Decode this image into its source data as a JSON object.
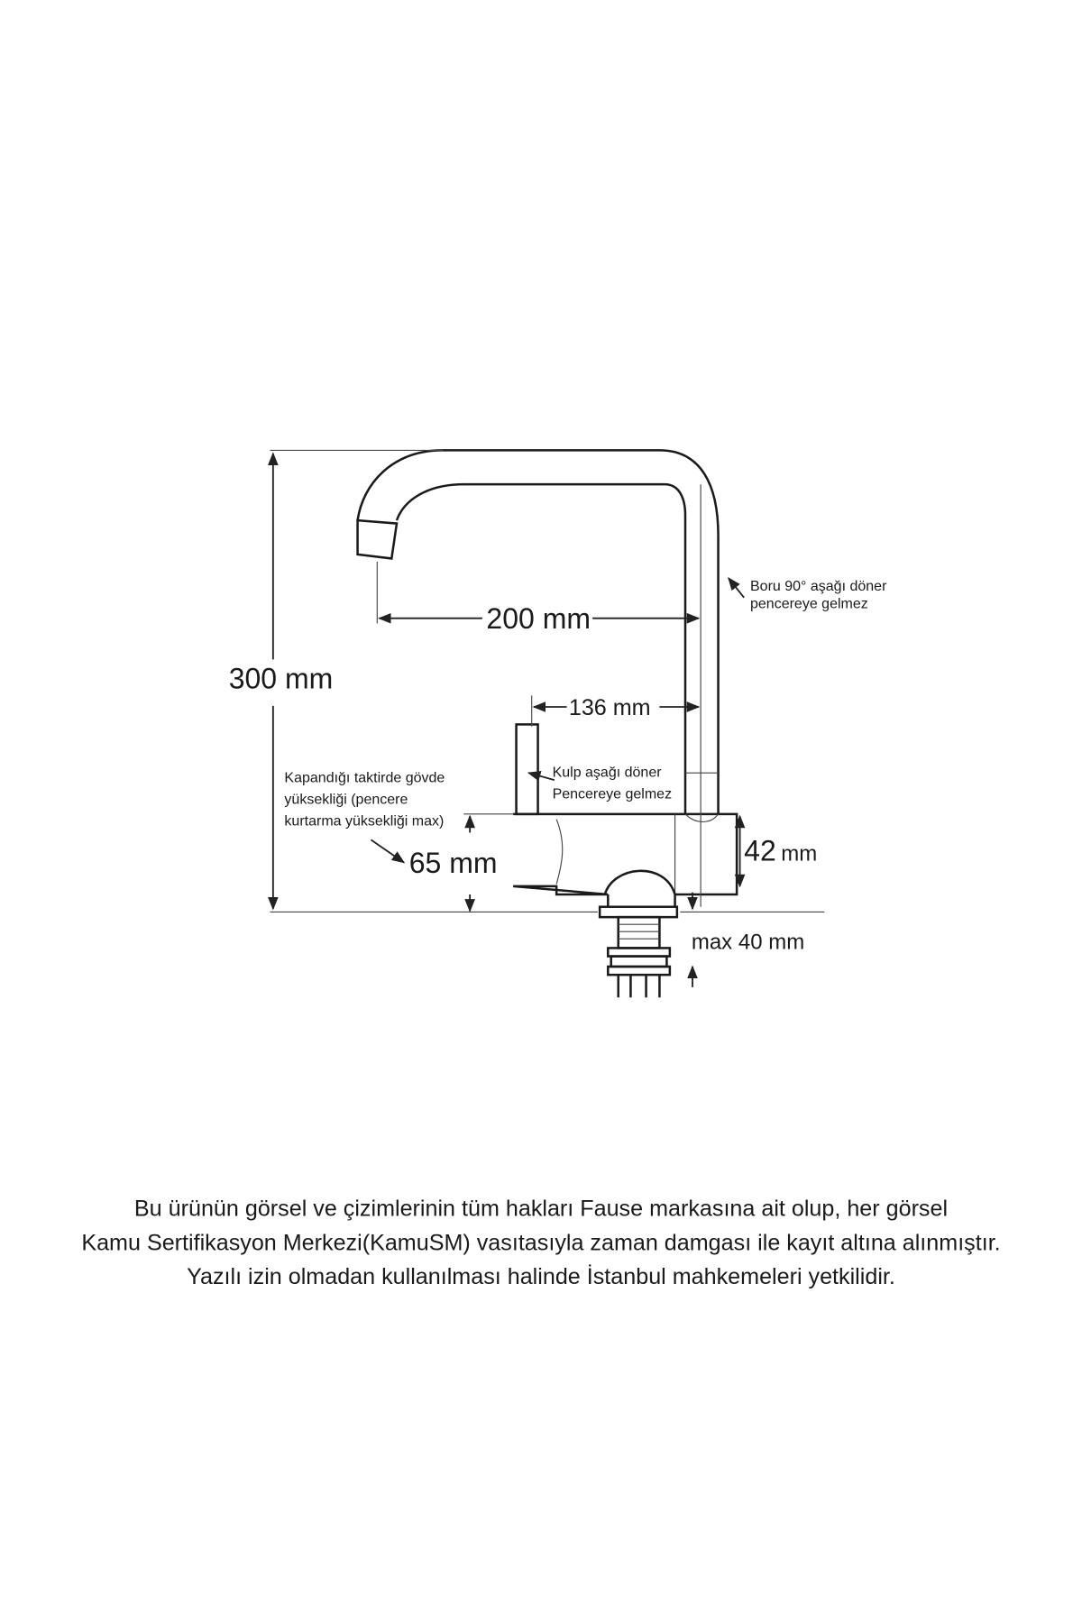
{
  "dimensions": {
    "height_total": "300 mm",
    "spout_reach": "200 mm",
    "handle_reach": "136 mm",
    "body_height_value": "42",
    "body_height_unit": "mm",
    "window_clearance": "65 mm",
    "shank_max": "max 40 mm"
  },
  "notes": {
    "spout_note_line1": "Boru  90° aşağı döner",
    "spout_note_line2": "pencereye gelmez",
    "handle_note_line1": "Kulp aşağı döner",
    "handle_note_line2": "Pencereye gelmez",
    "body_note_line1": "Kapandığı taktirde gövde",
    "body_note_line2": "yüksekliği (pencere",
    "body_note_line3": "kurtarma yüksekliği max)"
  },
  "footer": {
    "line1": "Bu ürünün görsel ve çizimlerinin tüm hakları Fause markasına ait olup, her görsel",
    "line2": "Kamu Sertifikasyon Merkezi(KamuSM) vasıtasıyla zaman damgası ile kayıt altına alınmıştır.",
    "line3": "Yazılı izin olmadan kullanılması halinde İstanbul mahkemeleri yetkilidir."
  }
}
